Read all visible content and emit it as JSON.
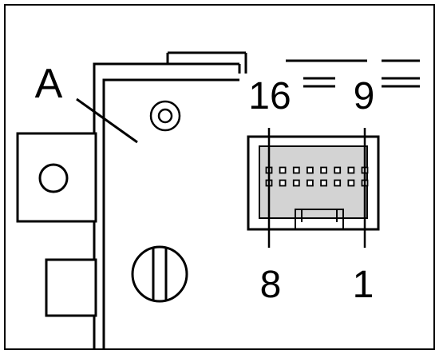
{
  "colors": {
    "line": "#000000",
    "background": "#ffffff",
    "connector_fill": "#d3d3d3"
  },
  "labels": {
    "component": "A",
    "pin_top_left": "16",
    "pin_top_right": "9",
    "pin_bottom_left": "8",
    "pin_bottom_right": "1"
  },
  "connector": {
    "pin_rows": 2,
    "pins_per_row": 8
  },
  "icons": {
    "round_jack": "circle-port-icon",
    "mounting_post": "double-circle-post-icon",
    "screw": "slotted-screw-icon"
  }
}
